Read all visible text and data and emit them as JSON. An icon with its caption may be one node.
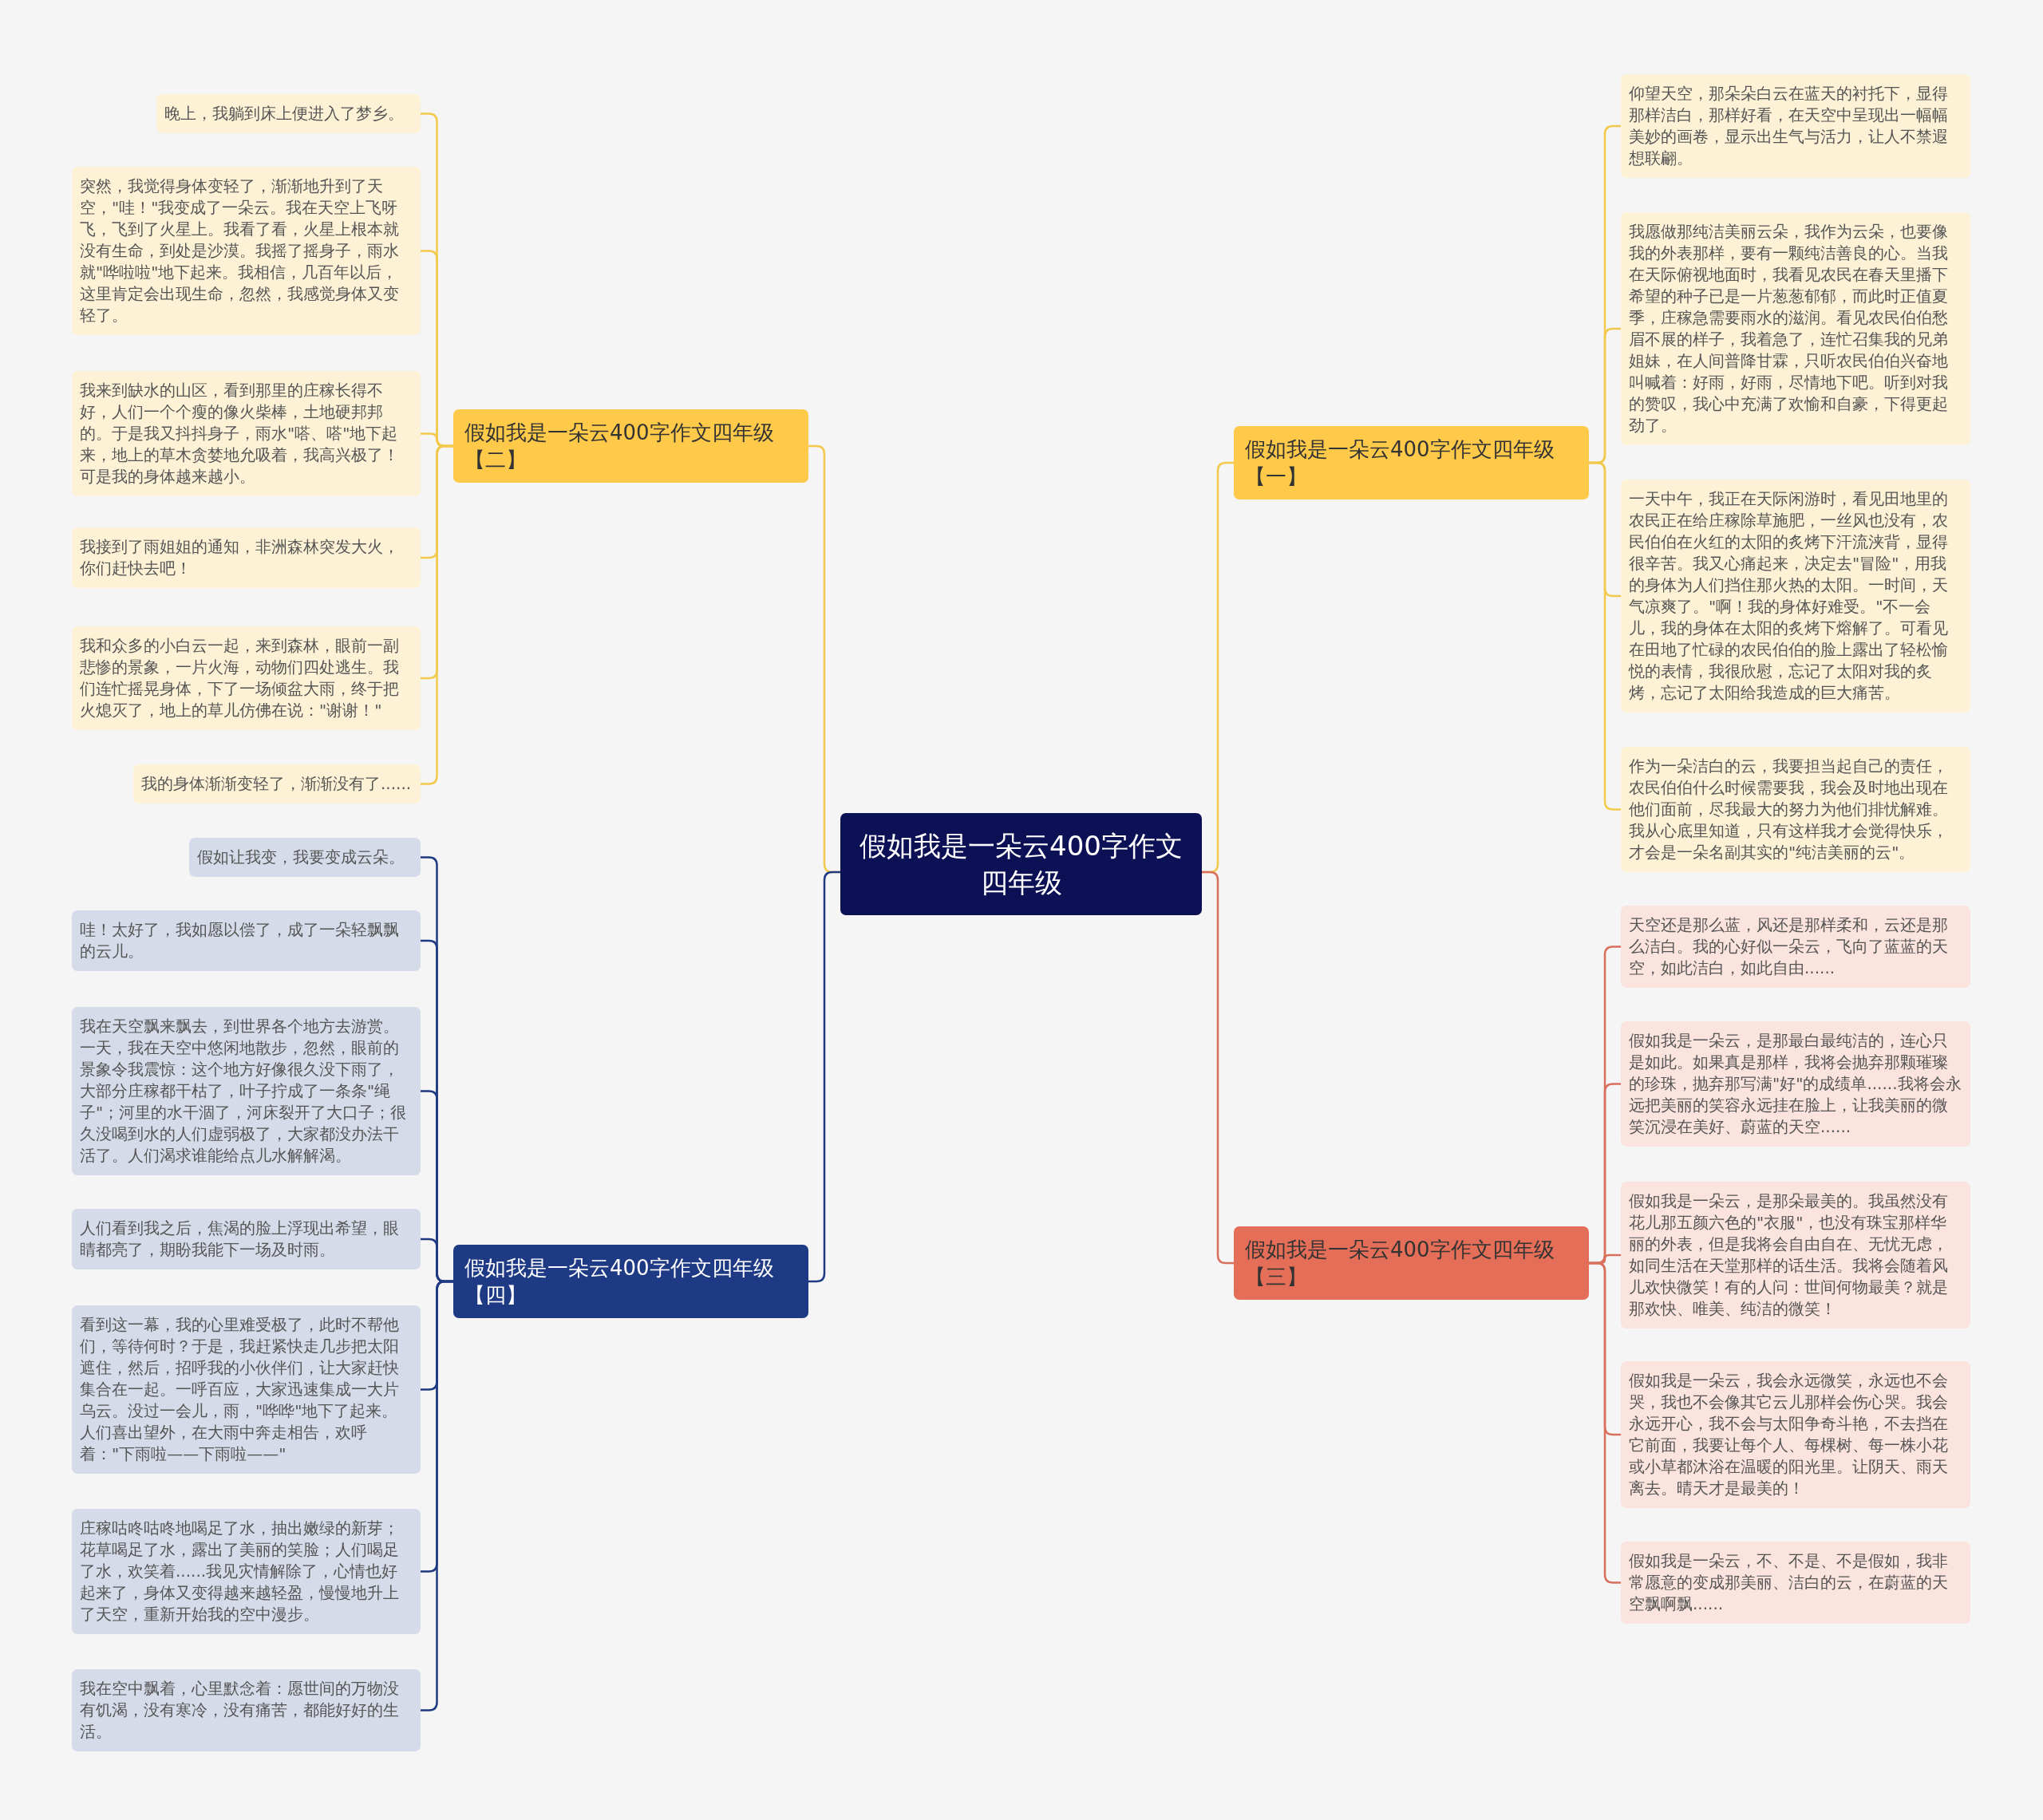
{
  "diagram": {
    "nodes": [
      {
        "text": [
          "假如我是一朵云400字作文四年级"
        ]
      },
      {
        "text": [
          "假如我是一朵云400字作文四年级【一】"
        ]
      },
      {
        "text": [
          "仰望天空，那朵朵白云在蓝天的衬托下，显得那样洁白，那样好看，在天空中呈现出一幅幅美妙的画卷，显示出生气与活力，让人不禁遐想联翩。"
        ]
      },
      {
        "text": [
          "我愿做那纯洁美丽云朵，我作为云朵，也要像我的外表那样，要有一颗纯洁善良的心。当我在天际俯视地面时，我看见农民在春天里播下希望的种子已是一片葱葱郁郁，而此时正值夏季，庄稼急需要雨水的滋润。看见农民伯伯愁眉不展的样子，我着急了，连忙召集我的兄弟姐妹，在人间普降甘霖，只听农民伯伯兴奋地叫喊着：好雨，好雨，尽情地下吧。听到对我的赞叹，我心中充满了欢愉和自豪，下得更起劲了。"
        ]
      },
      {
        "text": [
          "一天中午，我正在天际闲游时，看见田地里的农民正在给庄稼除草施肥，一丝风也没有，农民伯伯在火红的太阳的炙烤下汗流浃背，显得很辛苦。我又心痛起来，决定去\"冒险\"，用我的身体为人们挡住那火热的太阳。一时间，天气凉爽了。\"啊！我的身体好难受。\"不一会儿，我的身体在太阳的炙烤下熔解了。可看见在田地了忙碌的农民伯伯的脸上露出了轻松愉悦的表情，我很欣慰，忘记了太阳对我的炙烤，忘记了太阳给我造成的巨大痛苦。"
        ]
      },
      {
        "text": [
          "作为一朵洁白的云，我要担当起自己的责任，农民伯伯什么时候需要我，我会及时地出现在他们面前，尽我最大的努力为他们排忧解难。我从心底里知道，只有这样我才会觉得快乐，才会是一朵名副其实的\"纯洁美丽的云\"。"
        ]
      },
      {
        "text": [
          "假如我是一朵云400字作文四年级【二】"
        ]
      },
      {
        "text": [
          "晚上，我躺到床上便进入了梦乡。"
        ]
      },
      {
        "text": [
          "突然，我觉得身体变轻了，渐渐地升到了天空，\"哇！\"我变成了一朵云。我在天空上飞呀飞，飞到了火星上。我看了看，火星上根本就没有生命，到处是沙漠。我摇了摇身子，雨水就\"哗啦啦\"地下起来。我相信，几百年以后，这里肯定会出现生命，忽然，我感觉身体又变轻了。"
        ]
      },
      {
        "text": [
          "我来到缺水的山区，看到那里的庄稼长得不好，人们一个个瘦的像火柴棒，土地硬邦邦的。于是我又抖抖身子，雨水\"嗒、嗒\"地下起来，地上的草木贪婪地允吸着，我高兴极了！可是我的身体越来越小。"
        ]
      },
      {
        "text": [
          "我接到了雨姐姐的通知，非洲森林突发大火，你们赶快去吧！"
        ]
      },
      {
        "text": [
          "我和众多的小白云一起，来到森林，眼前一副悲惨的景象，一片火海，动物们四处逃生。我们连忙摇晃身体，下了一场倾盆大雨，终于把火熄灭了，地上的草儿仿佛在说：\"谢谢！\""
        ]
      },
      {
        "text": [
          "我的身体渐渐变轻了，渐渐没有了......"
        ]
      },
      {
        "text": [
          "假如我是一朵云400字作文四年级【三】"
        ]
      },
      {
        "text": [
          "天空还是那么蓝，风还是那样柔和，云还是那么洁白。我的心好似一朵云，飞向了蓝蓝的天空，如此洁白，如此自由......"
        ]
      },
      {
        "text": [
          "假如我是一朵云，是那最白最纯洁的，连心只是如此。如果真是那样，我将会抛弃那颗璀璨的珍珠，抛弃那写满\"好\"的成绩单......我将会永远把美丽的笑容永远挂在脸上，让我美丽的微笑沉浸在美好、蔚蓝的天空......"
        ]
      },
      {
        "text": [
          "假如我是一朵云，是那朵最美的。我虽然没有花儿那五颜六色的\"衣服\"，也没有珠宝那样华丽的外表，但是我将会自由自在、无忧无虑，如同生活在天堂那样的话生活。我将会随着风儿欢快微笑！有的人问：世间何物最美？就是那欢快、唯美、纯洁的微笑！"
        ]
      },
      {
        "text": [
          "假如我是一朵云，我会永远微笑，永远也不会哭，我也不会像其它云儿那样会伤心哭。我会永远开心，我不会与太阳争奇斗艳，不去挡在它前面，我要让每个人、每棵树、每一株小花或小草都沐浴在温暖的阳光里。让阴天、雨天离去。晴天才是最美的！"
        ]
      },
      {
        "text": [
          "假如我是一朵云，不、不是、不是假如，我非常愿意的变成那美丽、洁白的云，在蔚蓝的天空飘啊飘......"
        ]
      },
      {
        "text": [
          "假如我是一朵云400字作文四年级【四】"
        ]
      },
      {
        "text": [
          "假如让我变，我要变成云朵。"
        ]
      },
      {
        "text": [
          "哇！太好了，我如愿以偿了，成了一朵轻飘飘的云儿。"
        ]
      },
      {
        "text": [
          "我在天空飘来飘去，到世界各个地方去游赏。一天，我在天空中悠闲地散步，忽然，眼前的景象令我震惊：这个地方好像很久没下雨了，大部分庄稼都干枯了，叶子拧成了一条条\"绳子\"；河里的水干涸了，河床裂开了大口子；很久没喝到水的人们虚弱极了，大家都没办法干活了。人们渴求谁能给点儿水解解渴。"
        ]
      },
      {
        "text": [
          "人们看到我之后，焦渴的脸上浮现出希望，眼睛都亮了，期盼我能下一场及时雨。"
        ]
      },
      {
        "text": [
          "看到这一幕，我的心里难受极了，此时不帮他们，等待何时？于是，我赶紧快走几步把太阳遮住，然后，招呼我的小伙伴们，让大家赶快集合在一起。一呼百应，大家迅速集成一大片乌云。没过一会儿，雨，\"哗哗\"地下了起来。人们喜出望外，在大雨中奔走相告，欢呼着：\"下雨啦——下雨啦——\""
        ]
      },
      {
        "text": [
          "庄稼咕咚咕咚地喝足了水，抽出嫩绿的新芽；花草喝足了水，露出了美丽的笑脸；人们喝足了水，欢笑着......我见灾情解除了，心情也好起来了，身体又变得越来越轻盈，慢慢地升上了天空，重新开始我的空中漫步。"
        ]
      },
      {
        "text": [
          "我在空中飘着，心里默念着：愿世间的万物没有饥渴，没有寒冷，没有痛苦，都能好好的生活。"
        ]
      }
    ],
    "edges": [
      {
        "from": 0,
        "to": 1,
        "arrow": "none"
      },
      {
        "from": 1,
        "to": 2,
        "arrow": "none"
      },
      {
        "from": 1,
        "to": 3,
        "arrow": "none"
      },
      {
        "from": 1,
        "to": 4,
        "arrow": "none"
      },
      {
        "from": 1,
        "to": 5,
        "arrow": "none"
      },
      {
        "from": 0,
        "to": 6,
        "arrow": "none"
      },
      {
        "from": 6,
        "to": 7,
        "arrow": "none"
      },
      {
        "from": 6,
        "to": 8,
        "arrow": "none"
      },
      {
        "from": 6,
        "to": 9,
        "arrow": "none"
      },
      {
        "from": 6,
        "to": 10,
        "arrow": "none"
      },
      {
        "from": 6,
        "to": 11,
        "arrow": "none"
      },
      {
        "from": 6,
        "to": 12,
        "arrow": "none"
      },
      {
        "from": 0,
        "to": 13,
        "arrow": "none",
        "color": "#d9705e"
      },
      {
        "from": 13,
        "to": 14,
        "arrow": "none",
        "color": "#d9705e"
      },
      {
        "from": 13,
        "to": 15,
        "arrow": "none",
        "color": "#d9705e"
      },
      {
        "from": 13,
        "to": 16,
        "arrow": "none",
        "color": "#d9705e"
      },
      {
        "from": 13,
        "to": 17,
        "arrow": "none",
        "color": "#d9705e"
      },
      {
        "from": 13,
        "to": 18,
        "arrow": "none",
        "color": "#d9705e"
      },
      {
        "from": 0,
        "to": 19,
        "arrow": "none",
        "color": "#1f3a84"
      },
      {
        "from": 19,
        "to": 20,
        "arrow": "none",
        "color": "#1f3a84"
      },
      {
        "from": 19,
        "to": 21,
        "arrow": "none",
        "color": "#1f3a84"
      },
      {
        "from": 19,
        "to": 22,
        "arrow": "none",
        "color": "#1f3a84"
      },
      {
        "from": 19,
        "to": 23,
        "arrow": "none",
        "color": "#1f3a84"
      },
      {
        "from": 19,
        "to": 24,
        "arrow": "none",
        "color": "#1f3a84"
      },
      {
        "from": 19,
        "to": 25,
        "arrow": "none",
        "color": "#1f3a84"
      },
      {
        "from": 19,
        "to": 26,
        "arrow": "none",
        "color": "#1f3a84"
      }
    ]
  }
}
